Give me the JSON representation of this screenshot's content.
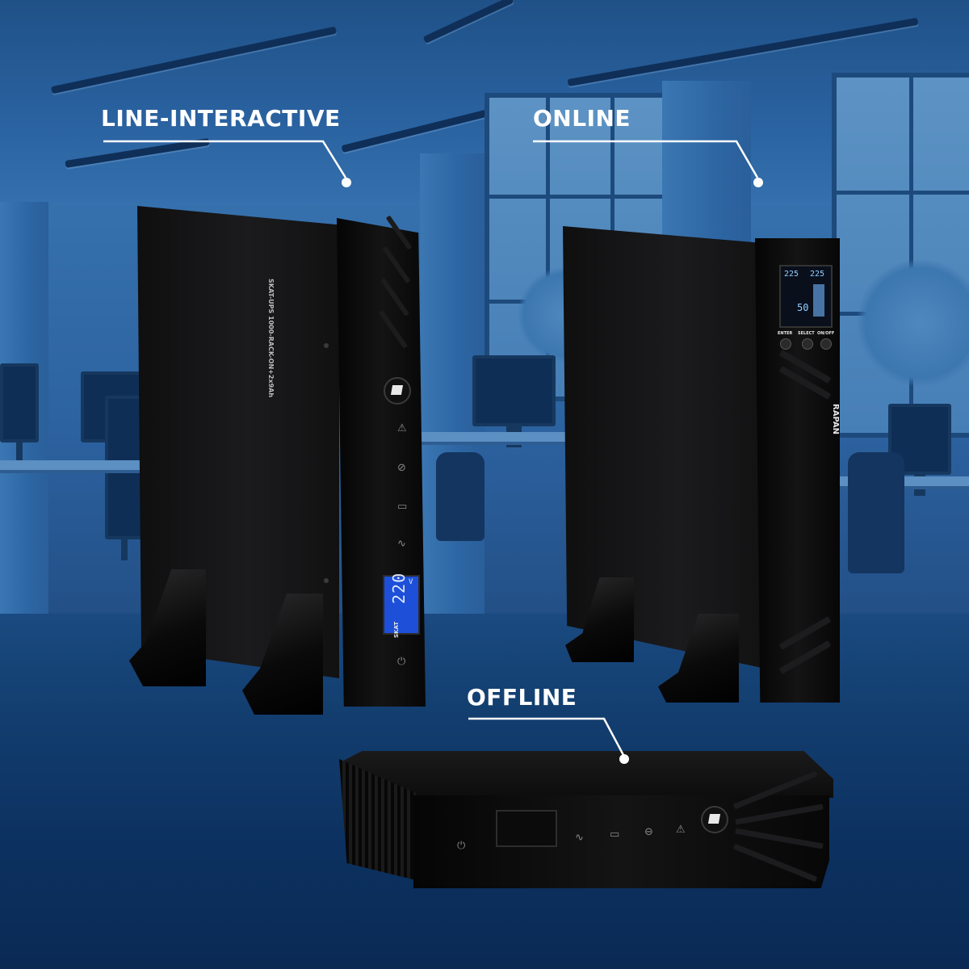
{
  "labels": {
    "line_interactive": "LINE-INTERACTIVE",
    "online": "ONLINE",
    "offline": "OFFLINE"
  },
  "ups_line_interactive": {
    "model_text": "SKAT-UPS 1000-RACK-ON+2x9Ah",
    "display_value": "220",
    "display_unit": "V",
    "brand": "SKAT",
    "icons": [
      "alarm-icon",
      "bypass-icon",
      "battery-icon",
      "ac-input-icon",
      "power-icon"
    ]
  },
  "ups_online": {
    "brand": "RAPAN",
    "display_in": "225",
    "display_out": "225",
    "display_bottom": "50",
    "buttons": [
      "ENTER",
      "SELECT",
      "ON/OFF"
    ]
  },
  "ups_offline": {
    "icons": [
      "power-icon",
      "ac-input-icon",
      "battery-icon",
      "bypass-icon",
      "alarm-icon"
    ]
  },
  "colors": {
    "background_blue": "#1f5187",
    "label_white": "#ffffff",
    "lcd_blue": "#1d4fd8",
    "device_black": "#0a0a0a"
  }
}
